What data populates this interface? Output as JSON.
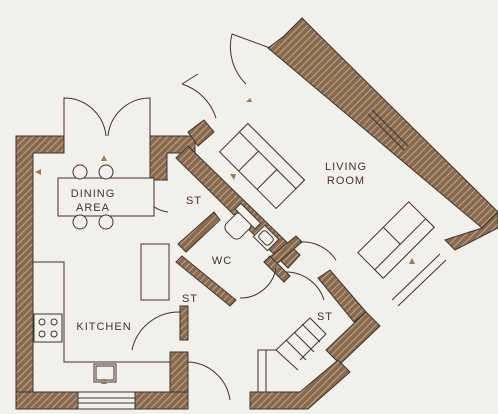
{
  "colors": {
    "background": "#f2f0ea",
    "wall_fill": "#8a6a4e",
    "wall_hatch": "#c9b49e",
    "line": "#3a3530",
    "furniture": "#3a3530",
    "arrow": "#9a7a5c"
  },
  "rooms": {
    "dining_line1": "DINING",
    "dining_line2": "AREA",
    "living_line1": "LIVING",
    "living_line2": "ROOM",
    "kitchen": "KITCHEN",
    "wc": "WC",
    "st_upper": "ST",
    "st_lower": "ST",
    "st_stairs": "ST"
  }
}
